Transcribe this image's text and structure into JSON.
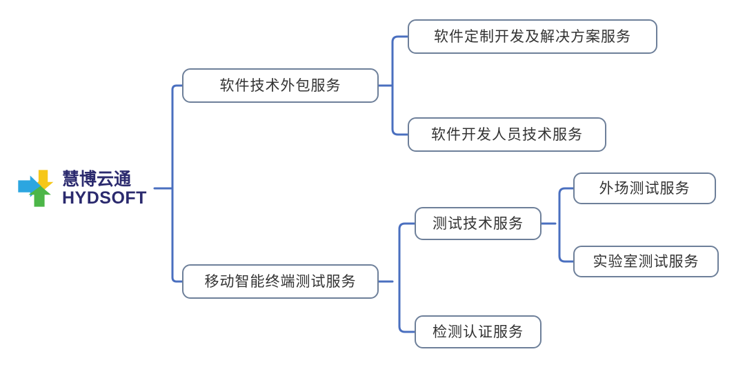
{
  "diagram": {
    "type": "mind-map",
    "root": {
      "logo_cn": "慧博云通",
      "logo_en": "HYDSOFT",
      "logo_icon": "asterisk-star-logo"
    },
    "colors": {
      "node_border": "#6d7f99",
      "connector": "#4a6fbf",
      "node_text": "#333333",
      "logo_text": "#2b2a6e",
      "logo_yellow": "#f6c719",
      "logo_blue": "#2ca6e0",
      "logo_green": "#4cb648",
      "background": "#ffffff"
    },
    "branches": [
      {
        "label": "软件技术外包服务",
        "children": [
          {
            "label": "软件定制开发及解决方案服务",
            "children": []
          },
          {
            "label": "软件开发人员技术服务",
            "children": []
          }
        ]
      },
      {
        "label": "移动智能终端测试服务",
        "children": [
          {
            "label": "测试技术服务",
            "children": [
              {
                "label": "外场测试服务",
                "children": []
              },
              {
                "label": "实验室测试服务",
                "children": []
              }
            ]
          },
          {
            "label": "检测认证服务",
            "children": []
          }
        ]
      }
    ],
    "nodes": {
      "n1": "软件技术外包服务",
      "n1a": "软件定制开发及解决方案服务",
      "n1b": "软件开发人员技术服务",
      "n2": "移动智能终端测试服务",
      "n2a": "测试技术服务",
      "n2a1": "外场测试服务",
      "n2a2": "实验室测试服务",
      "n2b": "检测认证服务"
    }
  }
}
